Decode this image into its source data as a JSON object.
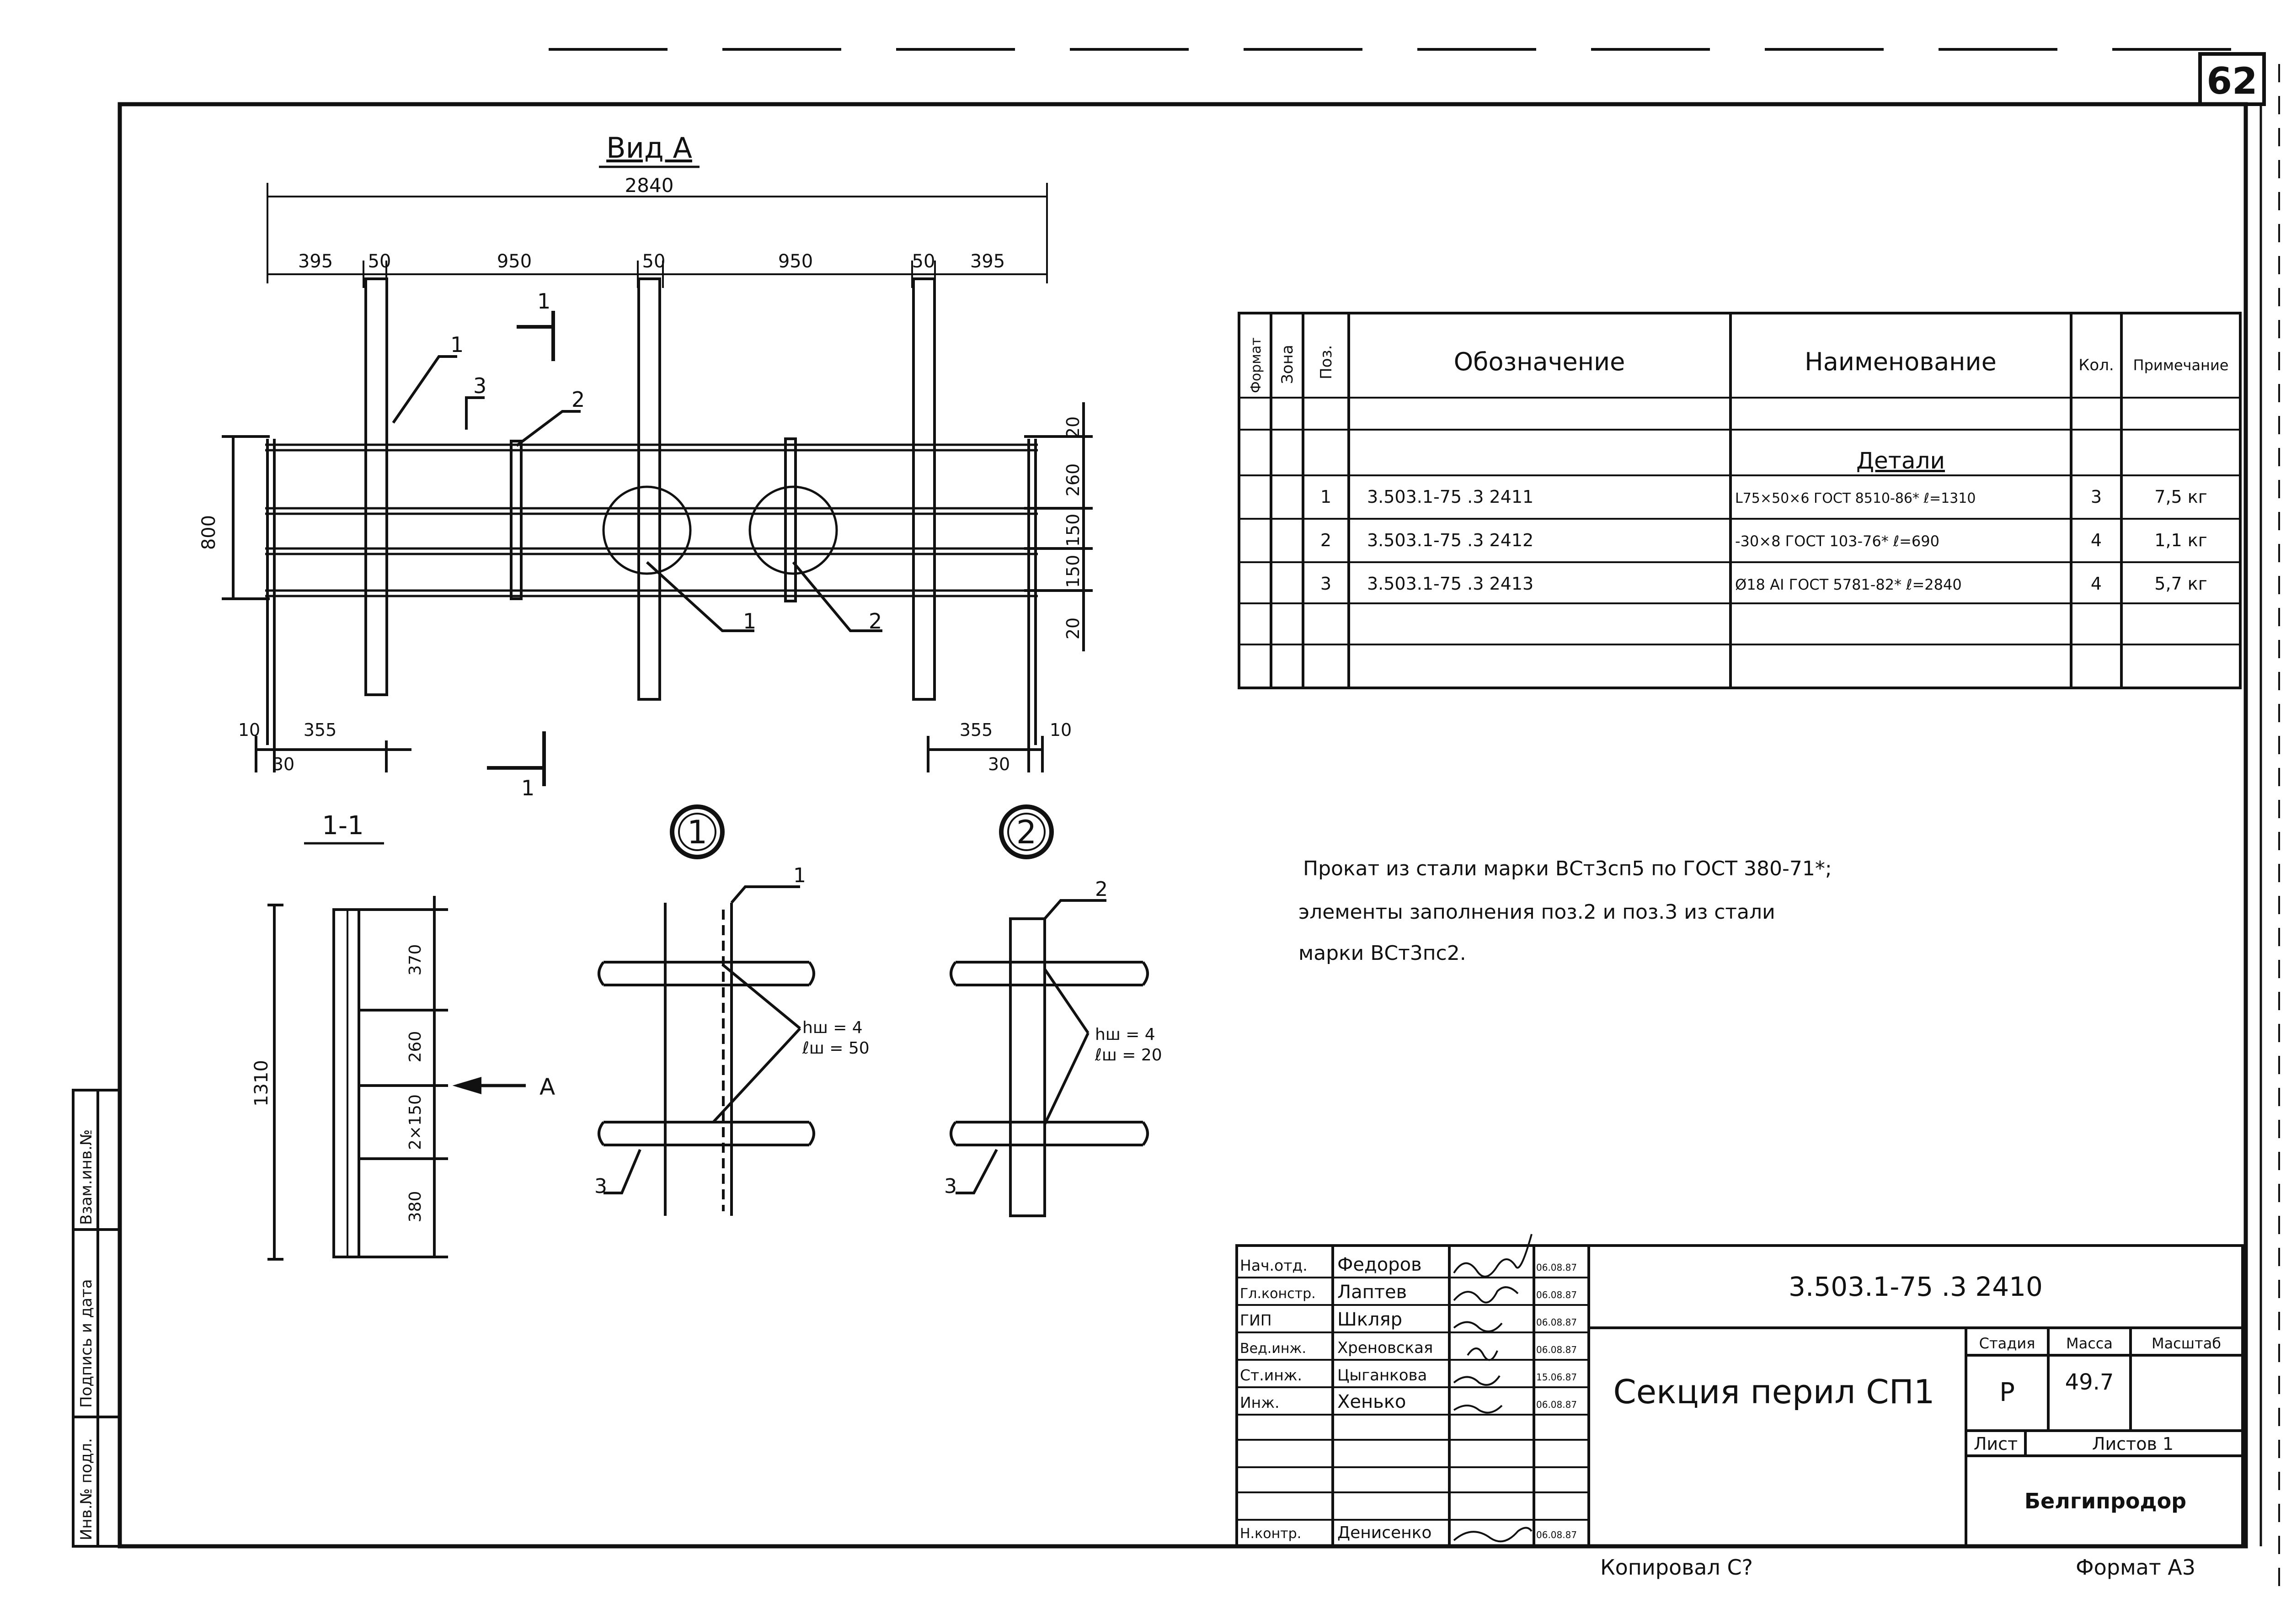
{
  "sheet_number": "62",
  "view_title": "Вид А",
  "main_view": {
    "overall_width": "2840",
    "top_dims": [
      "395",
      "50",
      "950",
      "50",
      "950",
      "50",
      "395"
    ],
    "height_dim": "800",
    "right_dims": [
      "20",
      "260",
      "150",
      "150",
      "20"
    ],
    "bottom_left_dims": [
      "10",
      "355",
      "30"
    ],
    "bottom_right_dims": [
      "355",
      "10",
      "30"
    ],
    "callouts": [
      "1",
      "3",
      "2",
      "1",
      "2"
    ],
    "section_marks": [
      "1",
      "1"
    ]
  },
  "section": {
    "title": "1-1",
    "height_dim": "1310",
    "dims": [
      "370",
      "260",
      "2×150",
      "380"
    ],
    "arrow_label": "А"
  },
  "details": [
    {
      "marker": "1",
      "callout_top": "1",
      "callout_bottom": "3",
      "weld_h": "hш = 4",
      "weld_l": "ℓш = 50"
    },
    {
      "marker": "2",
      "callout_top": "2",
      "callout_bottom": "3",
      "weld_h": "hш = 4",
      "weld_l": "ℓш = 20"
    }
  ],
  "spec_table": {
    "headers": [
      "Формат",
      "Зона",
      "Поз.",
      "Обозначение",
      "Наименование",
      "Кол.",
      "Примечание"
    ],
    "section_title": "Детали",
    "rows": [
      {
        "pos": "1",
        "designation": "3.503.1-75 .3 2411",
        "name": "L75×50×6 ГОСТ 8510-86* ℓ=1310",
        "qty": "3",
        "note": "7,5 кг"
      },
      {
        "pos": "2",
        "designation": "3.503.1-75 .3 2412",
        "name": "-30×8 ГОСТ 103-76* ℓ=690",
        "qty": "4",
        "note": "1,1 кг"
      },
      {
        "pos": "3",
        "designation": "3.503.1-75 .3 2413",
        "name": "Ø18 АI ГОСТ 5781-82* ℓ=2840",
        "qty": "4",
        "note": "5,7 кг"
      }
    ]
  },
  "notes": [
    "Прокат из стали марки ВСт3сп5 по ГОСТ 380-71*;",
    "элементы заполнения поз.2 и поз.3 из стали",
    "марки ВСт3пс2."
  ],
  "title_block": {
    "doc_code": "3.503.1-75 .3 2410",
    "title": "Секция перил СП1",
    "stage_label": "Стадия",
    "mass_label": "Масса",
    "scale_label": "Масштаб",
    "stage": "Р",
    "mass": "49.7",
    "sheet_label": "Лист",
    "sheets_label": "Листов 1",
    "org": "Белгипродор",
    "signatures": [
      {
        "role": "Нач.отд.",
        "name": "Федоров",
        "date": "06.08.87"
      },
      {
        "role": "Гл.констр.",
        "name": "Лаптев",
        "date": "06.08.87"
      },
      {
        "role": "ГИП",
        "name": "Шкляр",
        "date": "06.08.87"
      },
      {
        "role": "Вед.инж.",
        "name": "Хреновская",
        "date": "06.08.87"
      },
      {
        "role": "Ст.инж.",
        "name": "Цыганкова",
        "date": "15.06.87"
      },
      {
        "role": "Инж.",
        "name": "Хенько",
        "date": "06.08.87"
      },
      {
        "role": "Н.контр.",
        "name": "Денисенко",
        "date": "06.08.87"
      }
    ]
  },
  "side_stamp": [
    "Инв.№ подл.",
    "Подпись и дата",
    "Взам.инв.№"
  ],
  "footer": {
    "copied": "Копировал С?",
    "format": "Формат А3"
  }
}
